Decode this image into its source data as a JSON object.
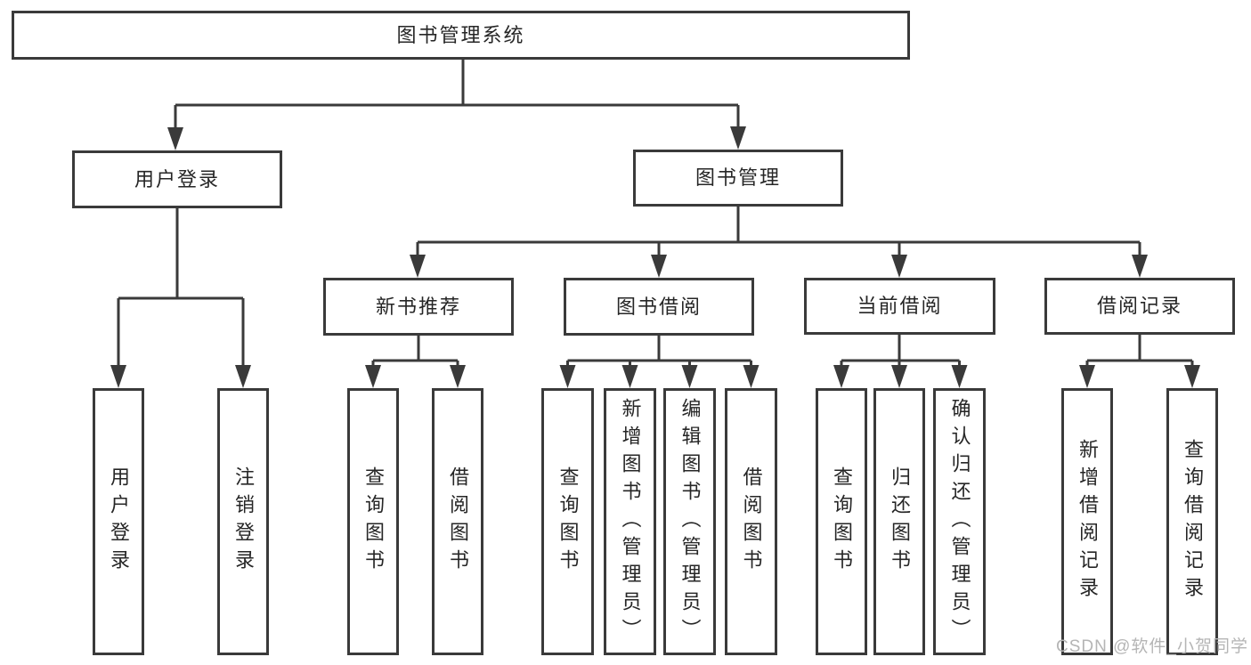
{
  "tree": {
    "root": {
      "label": "图书管理系统"
    },
    "branches": [
      {
        "label": "用户登录",
        "children": [
          {
            "label": "用户登录"
          },
          {
            "label": "注销登录"
          }
        ]
      },
      {
        "label": "图书管理",
        "groups": [
          {
            "label": "新书推荐",
            "children": [
              {
                "label": "查询图书"
              },
              {
                "label": "借阅图书"
              }
            ]
          },
          {
            "label": "图书借阅",
            "children": [
              {
                "label": "查询图书"
              },
              {
                "label": "新增图书（管理员）"
              },
              {
                "label": "编辑图书（管理员）"
              },
              {
                "label": "借阅图书"
              }
            ]
          },
          {
            "label": "当前借阅",
            "children": [
              {
                "label": "查询图书"
              },
              {
                "label": "归还图书"
              },
              {
                "label": "确认归还（管理员）"
              }
            ]
          },
          {
            "label": "借阅记录",
            "children": [
              {
                "label": "新增借阅记录"
              },
              {
                "label": "查询借阅记录"
              }
            ]
          }
        ]
      }
    ]
  },
  "watermark": {
    "text": "CSDN @软件_小贺同学"
  },
  "colors": {
    "line": "#3a3a3a",
    "text": "#262626",
    "watermark": "#b5b5b5",
    "background": "#ffffff"
  }
}
